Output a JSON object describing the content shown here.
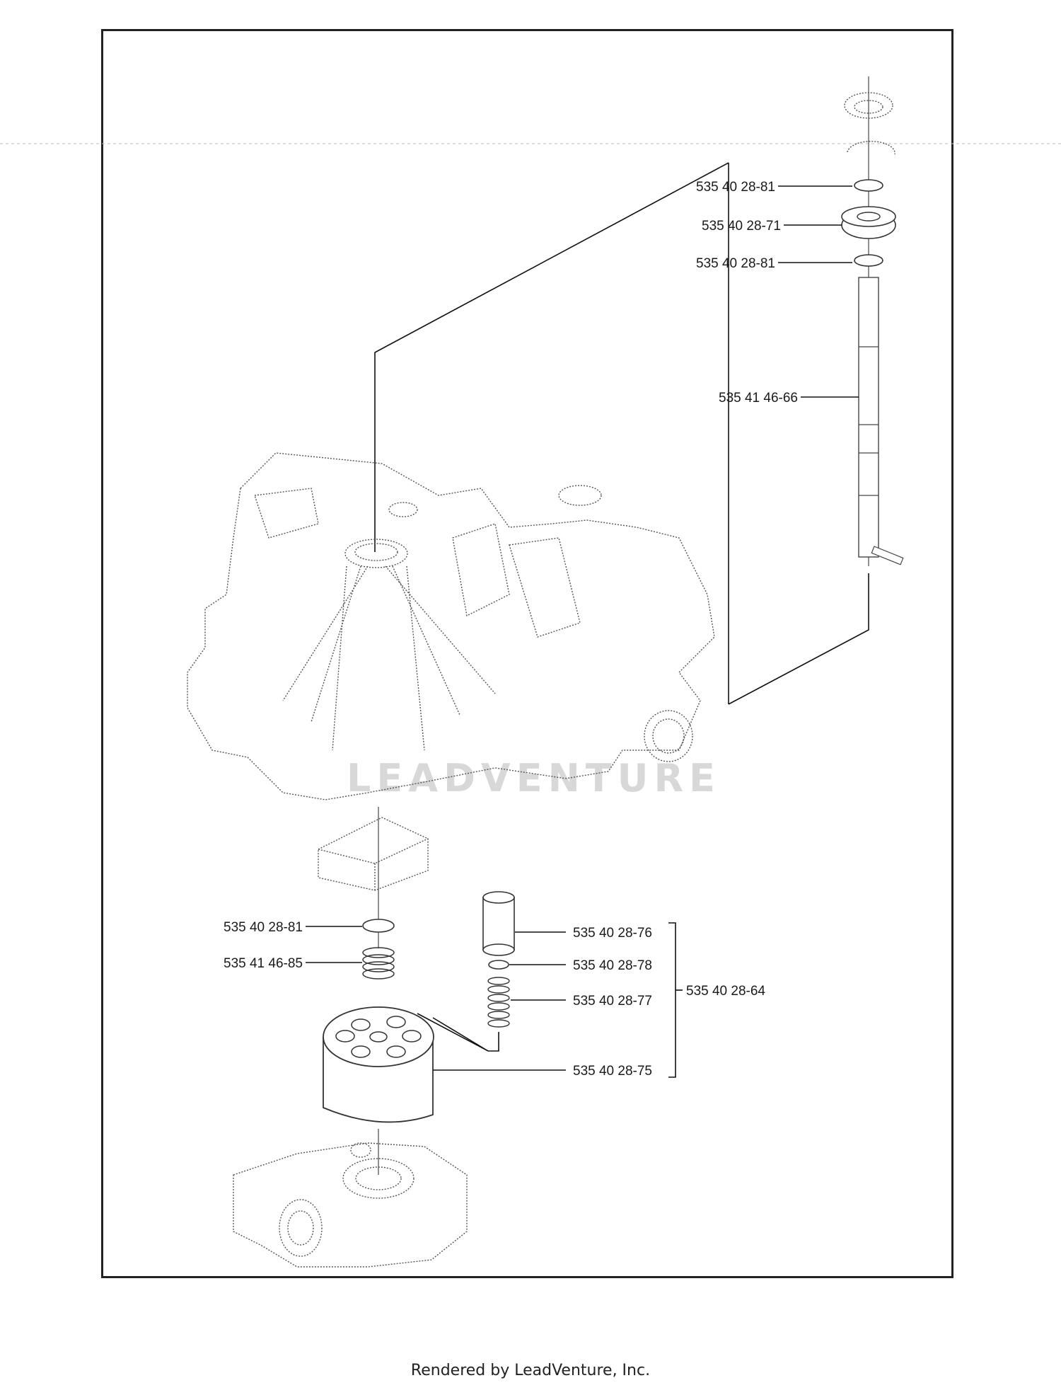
{
  "labels": {
    "snap_ring_top": "535 40 28-81",
    "bearing": "535 40 28-71",
    "snap_ring_lower": "535 40 28-81",
    "shaft": "535 41 46-66",
    "snap_ring_bottom": "535 40 28-81",
    "spring_small": "535 41 46-85",
    "piston": "535 40 28-76",
    "washer": "535 40 28-78",
    "spring": "535 40 28-77",
    "kit": "535 40 28-64",
    "cylinder_block": "535 40 28-75"
  },
  "watermark": "LEADVENTURE",
  "footer": "Rendered by LeadVenture, Inc."
}
